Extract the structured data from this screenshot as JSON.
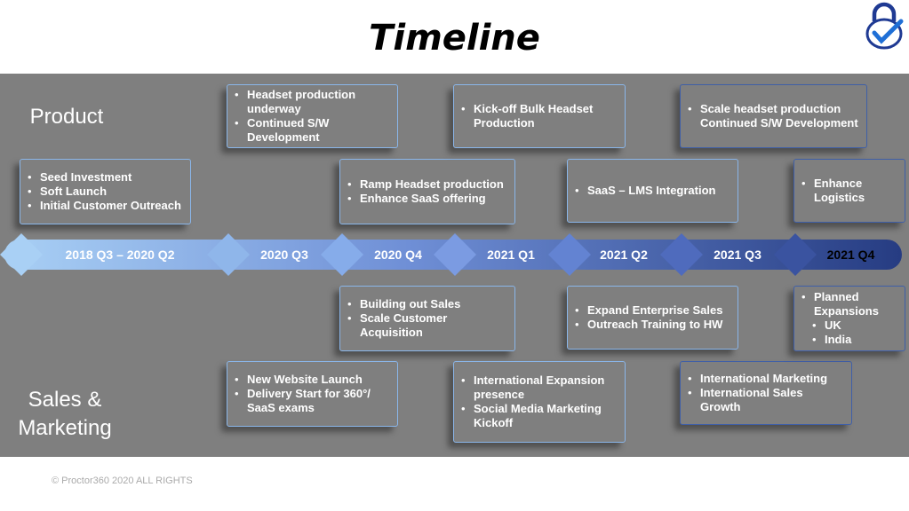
{
  "title": "Timeline",
  "logo_icon": "lock-check-icon",
  "sections": {
    "product": "Product",
    "sales_line1": "Sales &",
    "sales_line2": "Marketing"
  },
  "periods": [
    "2018 Q3 – 2020 Q2",
    "2020 Q3",
    "2020 Q4",
    "2021 Q1",
    "2021 Q2",
    "2021 Q3",
    "2021 Q4"
  ],
  "product_boxes": [
    {
      "items": [
        "Seed Investment",
        "Soft Launch",
        "Initial Customer Outreach"
      ]
    },
    {
      "items": [
        "Headset production underway",
        "Continued S/W Development"
      ]
    },
    {
      "items": [
        "Ramp  Headset production",
        "Enhance SaaS offering"
      ]
    },
    {
      "items": [
        "Kick-off Bulk Headset Production"
      ]
    },
    {
      "items": [
        "SaaS – LMS Integration"
      ]
    },
    {
      "items": [
        "Scale headset production Continued S/W Development"
      ]
    },
    {
      "items": [
        "Enhance Logistics"
      ]
    }
  ],
  "sales_boxes": [
    {
      "items": [
        "Building out Sales",
        "Scale Customer Acquisition"
      ]
    },
    {
      "items": [
        "New Website Launch",
        "Delivery Start for 360°/ SaaS exams"
      ]
    },
    {
      "items": [
        "International Expansion presence",
        "Social Media Marketing Kickoff"
      ]
    },
    {
      "items": [
        "Expand Enterprise Sales",
        "Outreach Training to HW"
      ]
    },
    {
      "items": [
        "International Marketing",
        "International Sales Growth"
      ]
    },
    {
      "items": [
        "Planned Expansions"
      ],
      "subitems": [
        "UK",
        "India"
      ]
    }
  ],
  "colors": {
    "bar_start": "#a9d0f5",
    "bar_end": "#263c82",
    "panel": "#7f7f7f",
    "box_border": "#8ab6ea"
  },
  "footer": "© Proctor360 2020 ALL RIGHTS"
}
